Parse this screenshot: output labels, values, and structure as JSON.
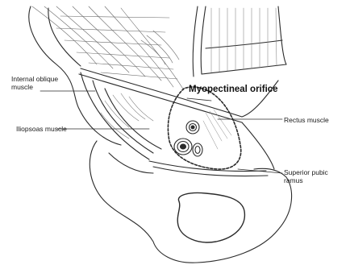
{
  "labels": {
    "internal_oblique": "Internal oblique\nmuscle",
    "myopectineal_orifice": "Myopectineal orifice",
    "rectus": "Rectus muscle",
    "iliopsoas": "Iliopsoas muscle",
    "superior_pubic_ramus": "Superior pubic\nramus"
  },
  "colors": {
    "line": "#2b2b2b",
    "background": "#ffffff",
    "shade": "#cfcfcf"
  }
}
